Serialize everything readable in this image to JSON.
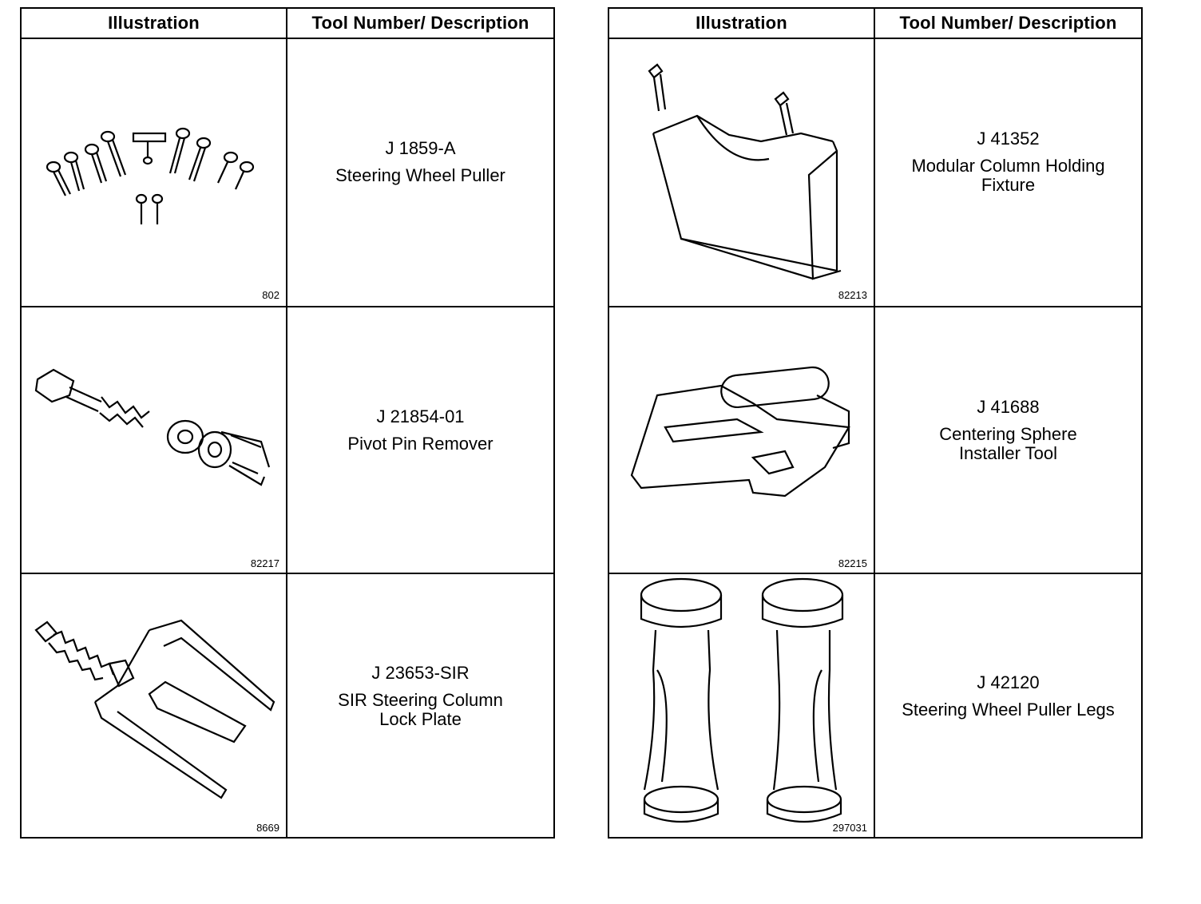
{
  "headers": {
    "illustration": "Illustration",
    "description": "Tool Number/ Description"
  },
  "left_table": [
    {
      "tool_number": "J 1859-A",
      "description": "Steering Wheel Puller",
      "figure": "802",
      "icon": "bolt-set-icon"
    },
    {
      "tool_number": "J 21854-01",
      "description": "Pivot Pin Remover",
      "figure": "82217",
      "icon": "pin-remover-icon"
    },
    {
      "tool_number": "J 23653-SIR",
      "description": "SIR Steering Column\nLock Plate",
      "figure": "8669",
      "icon": "lock-plate-tool-icon"
    }
  ],
  "right_table": [
    {
      "tool_number": "J 41352",
      "description": "Modular Column Holding\nFixture",
      "figure": "82213",
      "icon": "holding-fixture-icon"
    },
    {
      "tool_number": "J 41688",
      "description": "Centering Sphere\nInstaller Tool",
      "figure": "82215",
      "icon": "sphere-installer-icon"
    },
    {
      "tool_number": "J 42120",
      "description": "Steering Wheel Puller Legs",
      "figure": "297031",
      "icon": "puller-legs-icon"
    }
  ]
}
